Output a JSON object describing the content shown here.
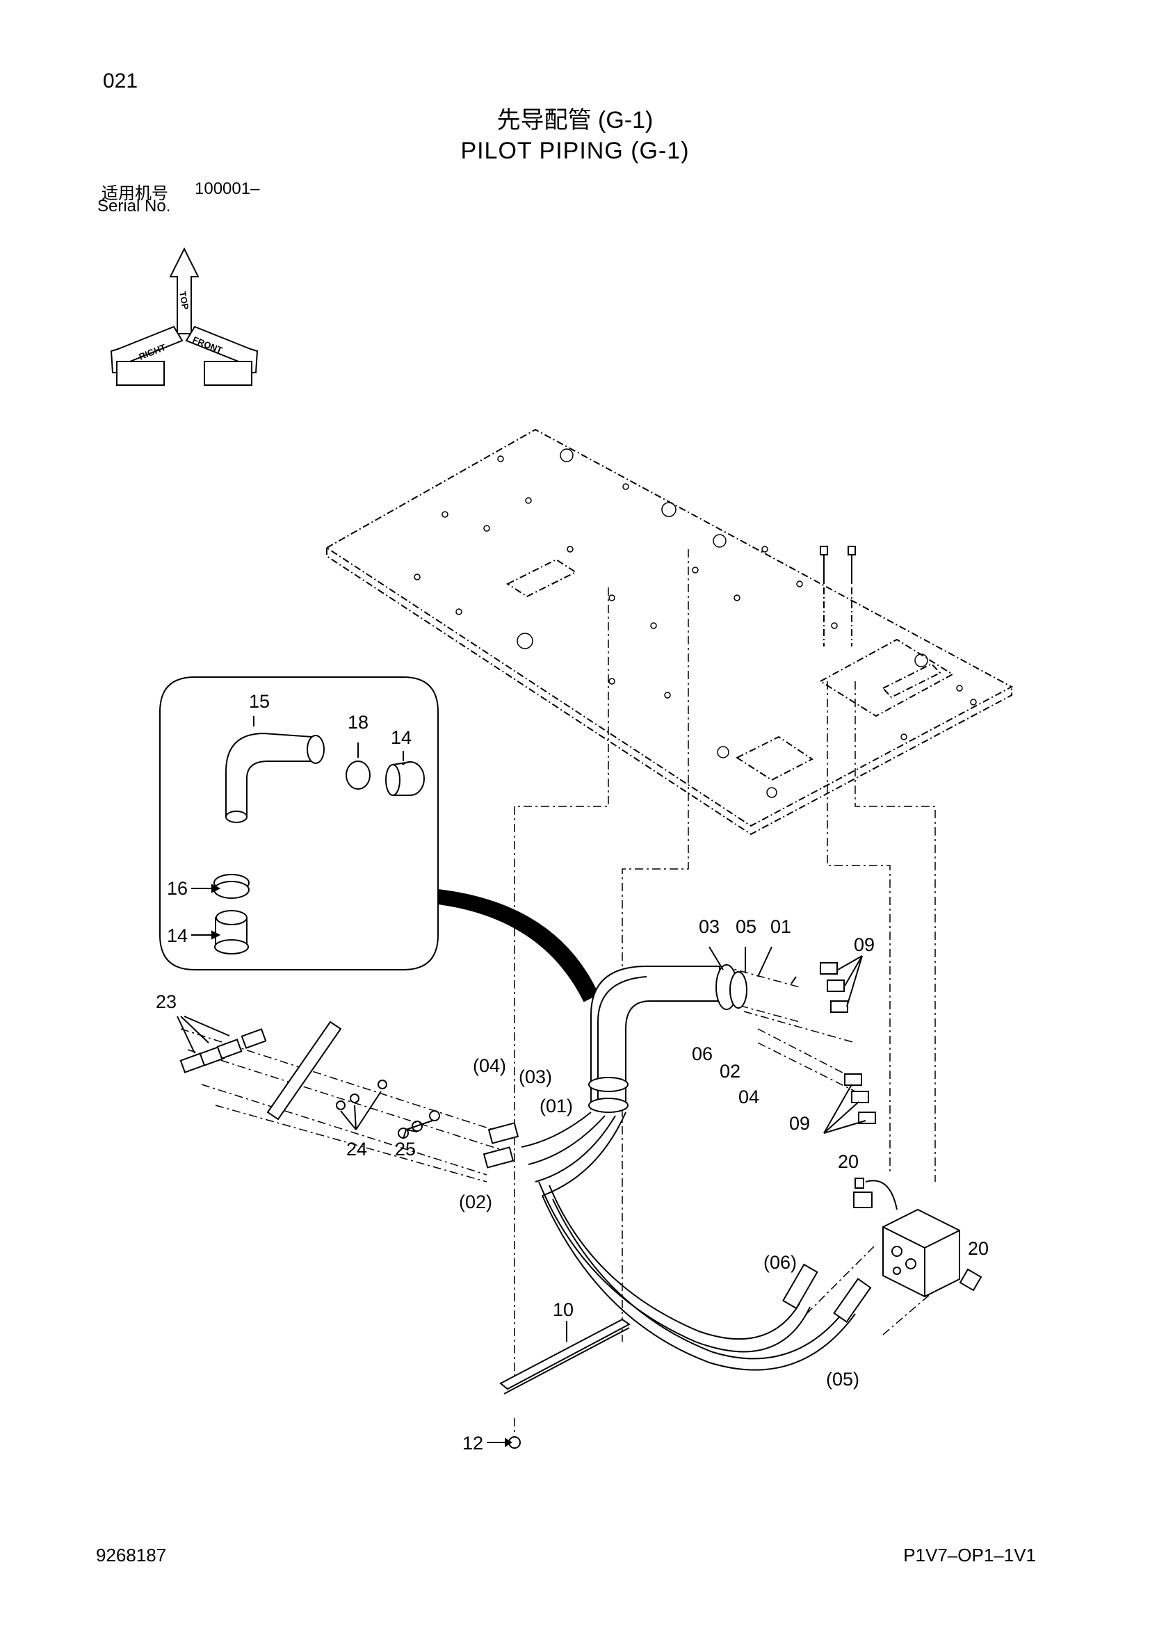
{
  "page_number": "021",
  "title_cn": "先导配管 (G-1)",
  "title_en": "PILOT  PIPING (G-1)",
  "serial": {
    "label_cn": "适用机号",
    "value": "100001–",
    "label_en": "Serial No."
  },
  "orientation": {
    "top": "TOP",
    "right": "RIGHT",
    "front": "FRONT"
  },
  "part_labels": {
    "p15": "15",
    "p18": "18",
    "p14a": "14",
    "p16": "16",
    "p14b": "14",
    "p23": "23",
    "p24": "24",
    "p25": "25",
    "p03": "03",
    "p05": "05",
    "p01": "01",
    "p09a": "09",
    "p09b": "09",
    "p06": "06",
    "p02": "02",
    "p04": "04",
    "p04p": "(04)",
    "p03p": "(03)",
    "p01p": "(01)",
    "p02p": "(02)",
    "p20a": "20",
    "p20b": "20",
    "p06p": "(06)",
    "p05p": "(05)",
    "p10": "10",
    "p12": "12"
  },
  "doc_number": "9268187",
  "doc_code": "P1V7–OP1–1V1"
}
